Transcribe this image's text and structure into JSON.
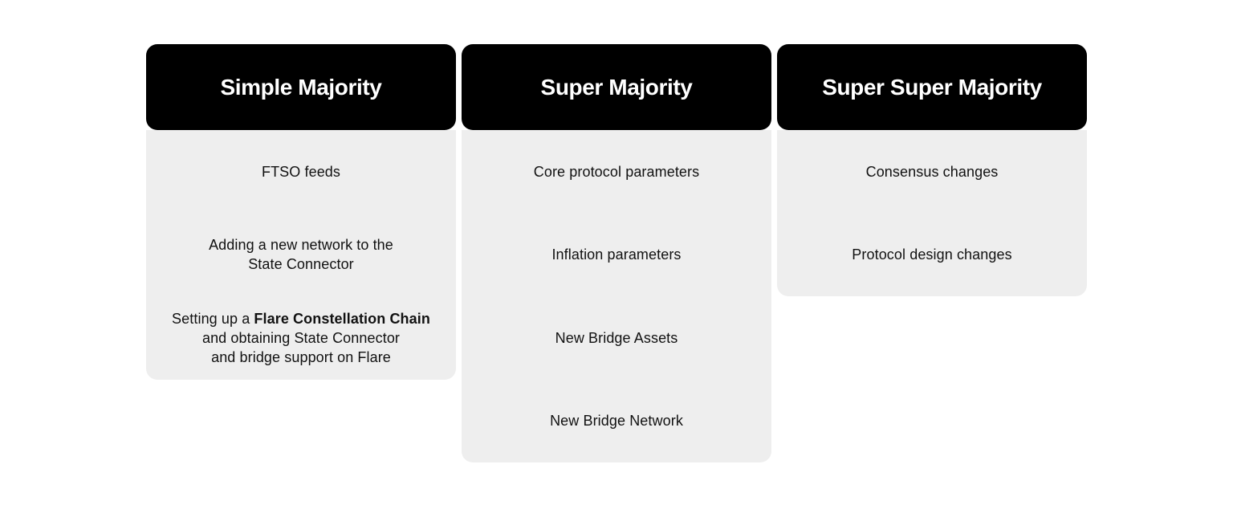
{
  "diagram": {
    "colors": {
      "page_background": "#ffffff",
      "header_background": "#000000",
      "header_text": "#ffffff",
      "body_background": "#eeeeee",
      "body_text": "#111111"
    },
    "columns": [
      {
        "title": "Simple Majority",
        "items": [
          {
            "lines": [
              [
                {
                  "text": "FTSO feeds",
                  "bold": false
                }
              ]
            ]
          },
          {
            "lines": [
              [
                {
                  "text": "Adding a new network to the",
                  "bold": false
                }
              ],
              [
                {
                  "text": "State Connector",
                  "bold": false
                }
              ]
            ]
          },
          {
            "lines": [
              [
                {
                  "text": "Setting up a ",
                  "bold": false
                },
                {
                  "text": "Flare Constellation Chain",
                  "bold": true
                }
              ],
              [
                {
                  "text": "and obtaining State Connector",
                  "bold": false
                }
              ],
              [
                {
                  "text": "and bridge support on Flare",
                  "bold": false
                }
              ]
            ]
          }
        ]
      },
      {
        "title": "Super Majority",
        "items": [
          {
            "lines": [
              [
                {
                  "text": "Core protocol parameters",
                  "bold": false
                }
              ]
            ]
          },
          {
            "lines": [
              [
                {
                  "text": "Inflation parameters",
                  "bold": false
                }
              ]
            ]
          },
          {
            "lines": [
              [
                {
                  "text": "New Bridge Assets",
                  "bold": false
                }
              ]
            ]
          },
          {
            "lines": [
              [
                {
                  "text": "New Bridge Network",
                  "bold": false
                }
              ]
            ]
          }
        ]
      },
      {
        "title": "Super Super Majority",
        "items": [
          {
            "lines": [
              [
                {
                  "text": "Consensus changes",
                  "bold": false
                }
              ]
            ]
          },
          {
            "lines": [
              [
                {
                  "text": "Protocol design changes",
                  "bold": false
                }
              ]
            ]
          }
        ]
      }
    ]
  }
}
